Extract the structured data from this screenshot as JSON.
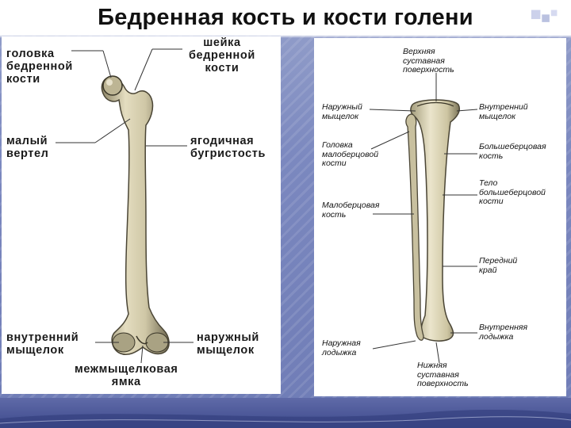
{
  "title": "Бедренная кость и кости голени",
  "colors": {
    "bone": "#cfc8a8",
    "bone_shadow": "#8a8266",
    "slide_bg": "#7b88bf"
  },
  "femur": {
    "labels": {
      "head": "головка\nбедренной\nкости",
      "neck": "шейка\nбедренной\nкости",
      "lesser_trochanter": "малый\nвертел",
      "gluteal_tuberosity": "ягодичная\nбугристость",
      "medial_condyle": "внутренний\nмыщелок",
      "lateral_condyle": "наружный\nмыщелок",
      "intercondylar_fossa": "межмыщелковая\nямка"
    }
  },
  "tibia": {
    "labels": {
      "upper_articular_surface": "Верхняя\nсуставная\nповерхность",
      "lateral_condyle": "Наружный\nмыщелок",
      "medial_condyle": "Внутренний\nмыщелок",
      "fibula_head": "Головка\nмалоберцовой\nкости",
      "tibia": "Большеберцовая\nкость",
      "tibia_body": "Тело\nбольшеберцовой\nкости",
      "fibula": "Малоберцовая\nкость",
      "anterior_border": "Передний\nкрай",
      "medial_malleolus": "Внутренняя\nлодыжка",
      "lateral_malleolus": "Наружная\nлодыжка",
      "lower_articular_surface": "Нижняя\nсуставная\nповерхность"
    }
  }
}
